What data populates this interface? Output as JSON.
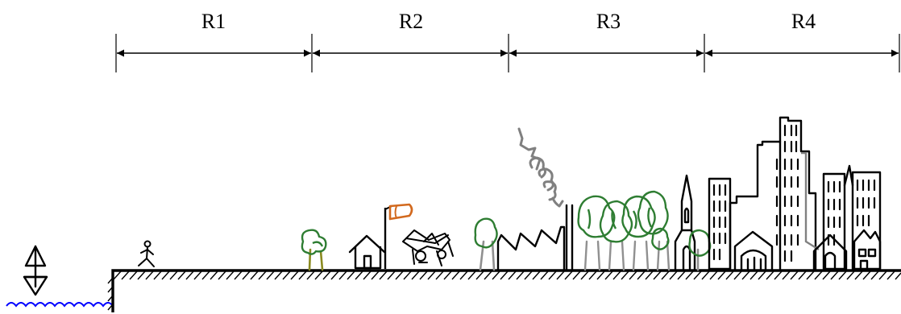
{
  "regions": [
    {
      "label": "R1"
    },
    {
      "label": "R2"
    },
    {
      "label": "R3"
    },
    {
      "label": "R4"
    }
  ],
  "colors": {
    "ink": "#000000",
    "water": "#0000ff",
    "tree_canopy": "#2e7d32",
    "tree_trunk_olive": "#8a8a20",
    "trunk_gray": "#909090",
    "smoke": "#808080",
    "bag_orange": "#d2691e"
  },
  "icons": [
    "sailboat-icon",
    "walking-person-icon",
    "house-icon",
    "windsock-icon",
    "tractor-icon",
    "factory-icon",
    "church-icon",
    "skyscraper-icon",
    "tree-icon"
  ]
}
